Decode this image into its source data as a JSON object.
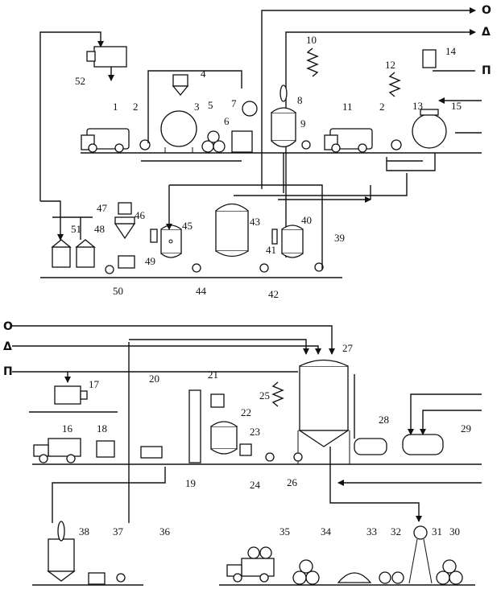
{
  "diagram": {
    "labels": [
      "1",
      "2",
      "3",
      "4",
      "5",
      "6",
      "7",
      "8",
      "9",
      "10",
      "11",
      "2",
      "12",
      "14",
      "13",
      "15",
      "52",
      "47",
      "46",
      "45",
      "43",
      "41",
      "40",
      "39",
      "48",
      "51",
      "49",
      "50",
      "44",
      "42",
      "27",
      "17",
      "20",
      "21",
      "25",
      "22",
      "23",
      "16",
      "18",
      "19",
      "24",
      "26",
      "28",
      "29",
      "38",
      "37",
      "36",
      "35",
      "34",
      "33",
      "32",
      "31",
      "30"
    ],
    "utilities_top": [
      "O",
      "Δ",
      "П"
    ],
    "utilities_bottom": [
      "O",
      "Δ",
      "П"
    ]
  }
}
